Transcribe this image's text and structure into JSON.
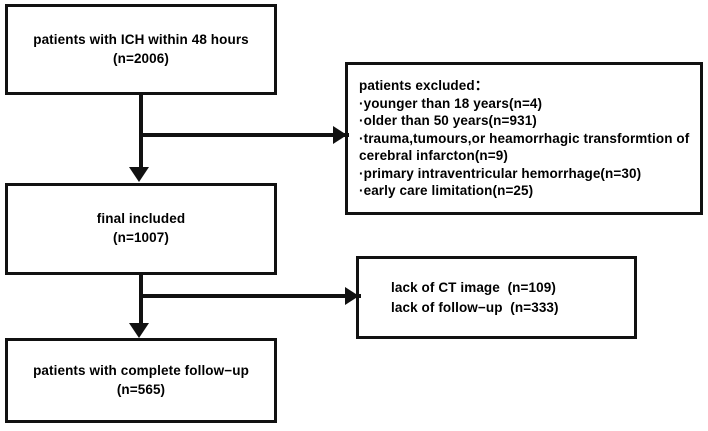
{
  "diagram": {
    "type": "study-flow-diagram",
    "background_color": "#ffffff",
    "line_color": "#111111",
    "text_color": "#000000"
  },
  "boxes": {
    "enrolled": {
      "line1": "patients with ICH within 48 hours",
      "line2": "(n=2006)",
      "count": 2006
    },
    "excluded": {
      "heading": "patients excluded：",
      "items": [
        "·younger than 18 years(n=4)",
        "·older than 50 years(n=931)",
        "·trauma,tumours,or heamorrhagic transformtion of cerebral infarcton(n=9)",
        "·primary intraventricular hemorrhage(n=30)",
        "·early care limitation(n=25)"
      ],
      "counts": [
        4,
        931,
        9,
        30,
        25
      ]
    },
    "included": {
      "line1": "final included",
      "line2": "(n=1007)",
      "count": 1007
    },
    "lost": {
      "line1": "lack of CT image  (n=109)",
      "line2": "lack of follow−up  (n=333)",
      "counts": [
        109,
        333
      ]
    },
    "followup": {
      "line1": "patients with complete follow−up",
      "line2": "(n=565)",
      "count": 565
    }
  },
  "connectors": {
    "stem_enrolled_to_included": "arrow-down",
    "branch_to_excluded": "arrow-right",
    "stem_included_to_followup": "arrow-down",
    "branch_to_lost": "arrow-right"
  }
}
